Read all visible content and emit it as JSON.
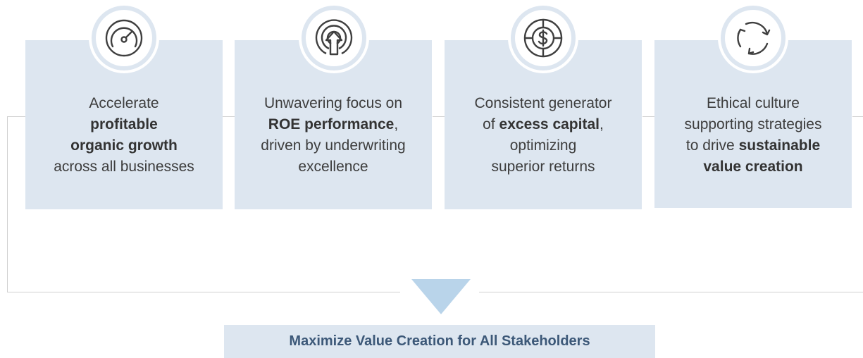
{
  "cards": [
    {
      "icon": "speedometer-icon",
      "lines": [
        [
          {
            "t": "Accelerate",
            "b": false
          }
        ],
        [
          {
            "t": "profitable",
            "b": true
          }
        ],
        [
          {
            "t": "organic growth",
            "b": true
          }
        ],
        [
          {
            "t": "across all businesses",
            "b": false
          }
        ]
      ]
    },
    {
      "icon": "target-arrow-icon",
      "lines": [
        [
          {
            "t": "Unwavering focus on",
            "b": false
          }
        ],
        [
          {
            "t": "ROE performance",
            "b": true
          },
          {
            "t": ",",
            "b": false
          }
        ],
        [
          {
            "t": "driven by underwriting",
            "b": false
          }
        ],
        [
          {
            "t": "excellence",
            "b": false
          }
        ]
      ]
    },
    {
      "icon": "dollar-circle-icon",
      "lines": [
        [
          {
            "t": "Consistent generator",
            "b": false
          }
        ],
        [
          {
            "t": "of ",
            "b": false
          },
          {
            "t": "excess capital",
            "b": true
          },
          {
            "t": ",",
            "b": false
          }
        ],
        [
          {
            "t": "optimizing",
            "b": false
          }
        ],
        [
          {
            "t": "superior returns",
            "b": false
          }
        ]
      ]
    },
    {
      "icon": "cycle-arrows-icon",
      "lines": [
        [
          {
            "t": "Ethical culture",
            "b": false
          }
        ],
        [
          {
            "t": "supporting strategies",
            "b": false
          }
        ],
        [
          {
            "t": "to drive ",
            "b": false
          },
          {
            "t": "sustainable",
            "b": true
          }
        ],
        [
          {
            "t": "value creation",
            "b": true
          }
        ]
      ]
    }
  ],
  "bottom": {
    "label": "Maximize Value Creation for All Stakeholders"
  },
  "colors": {
    "card": "#dde6f0",
    "triangle": "#b9d4ea",
    "bottom_text": "#3c5878",
    "line": "#d0d0d0"
  }
}
